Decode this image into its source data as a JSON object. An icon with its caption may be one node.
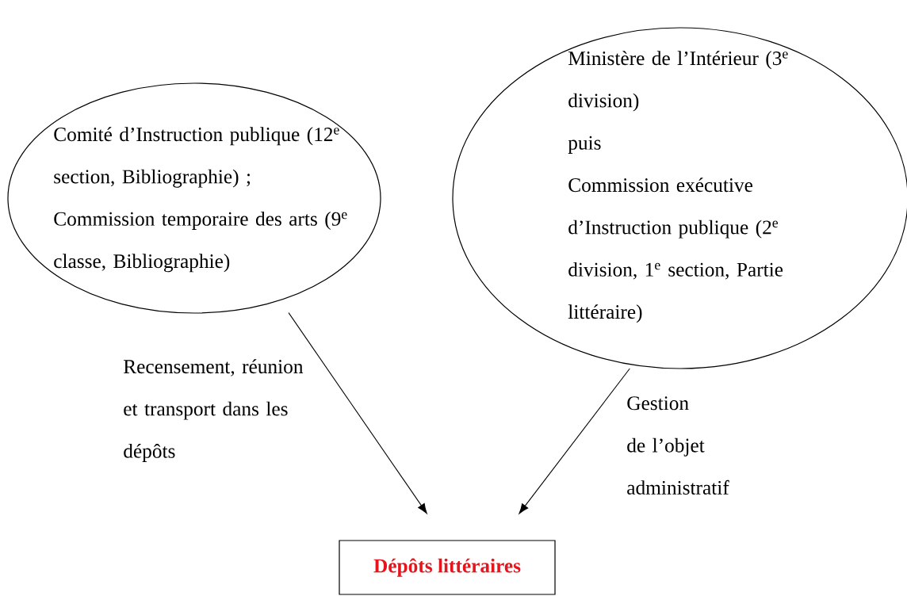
{
  "diagram": {
    "nodes": [
      {
        "text": [
          "Comité d’Instruction publique (12$^{e}$ section, Bibliographie) ;",
          "Commission temporaire des arts (9$^{e}$ classe, Bibliographie)"
        ]
      },
      {
        "text": [
          "Ministère de l’Intérieur (3$^{e}$ division)",
          "puis",
          "Commission exécutive d’Instruction publique (2$^{e}$ division, 1$^{e}$ section, Partie littéraire)"
        ]
      },
      {
        "text": [
          "Dépôts littéraires"
        ]
      }
    ],
    "edges": [
      {
        "from": 0,
        "to": 2,
        "arrow": "to",
        "label": "Recensement, réunion et transport dans les dépôts"
      },
      {
        "from": 1,
        "to": 2,
        "arrow": "to",
        "label": "Gestion de l’objet administratif"
      }
    ]
  }
}
